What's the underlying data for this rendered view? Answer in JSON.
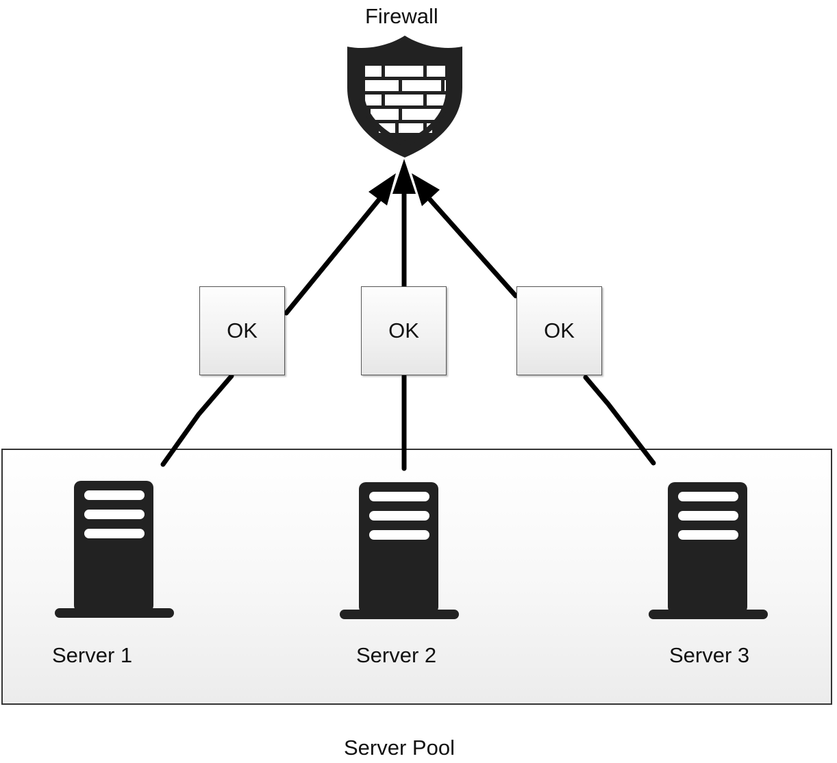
{
  "firewall": {
    "label": "Firewall",
    "icon": "firewall-shield-icon"
  },
  "links": [
    {
      "status": "OK"
    },
    {
      "status": "OK"
    },
    {
      "status": "OK"
    }
  ],
  "server_pool": {
    "label": "Server Pool",
    "servers": [
      {
        "label": "Server 1",
        "icon": "server-icon"
      },
      {
        "label": "Server 2",
        "icon": "server-icon"
      },
      {
        "label": "Server 3",
        "icon": "server-icon"
      }
    ]
  },
  "colors": {
    "icon": "#222222",
    "connector": "#000000",
    "border": "#333333"
  }
}
